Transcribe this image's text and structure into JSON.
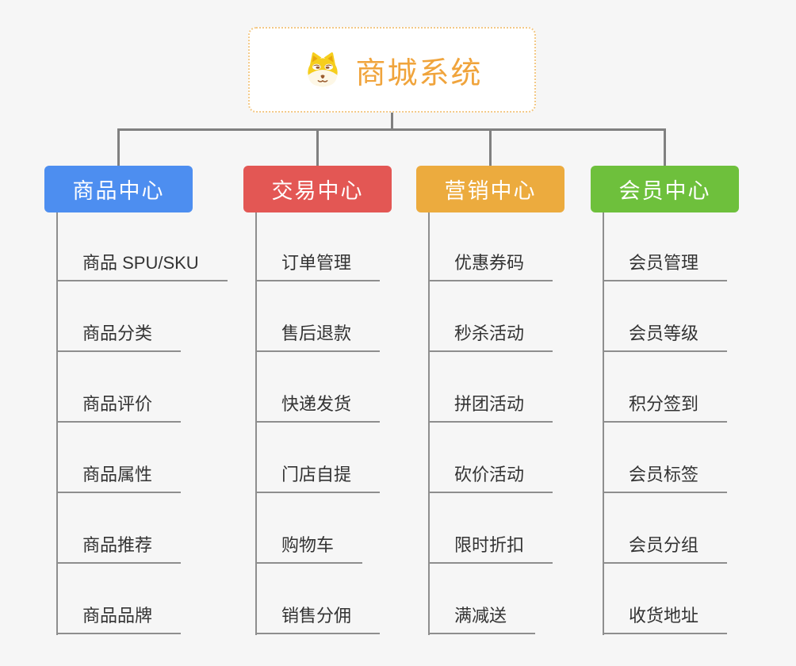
{
  "root": {
    "title": "商城系统",
    "icon": "doge-icon"
  },
  "branches": [
    {
      "label": "商品中心",
      "color": "#4d8ef0",
      "children": [
        "商品 SPU/SKU",
        "商品分类",
        "商品评价",
        "商品属性",
        "商品推荐",
        "商品品牌"
      ]
    },
    {
      "label": "交易中心",
      "color": "#e35754",
      "children": [
        "订单管理",
        "售后退款",
        "快递发货",
        "门店自提",
        "购物车",
        "销售分佣"
      ]
    },
    {
      "label": "营销中心",
      "color": "#ecab3e",
      "children": [
        "优惠券码",
        "秒杀活动",
        "拼团活动",
        "砍价活动",
        "限时折扣",
        "满减送"
      ]
    },
    {
      "label": "会员中心",
      "color": "#6ec03c",
      "children": [
        "会员管理",
        "会员等级",
        "积分签到",
        "会员标签",
        "会员分组",
        "收货地址"
      ]
    }
  ],
  "colors": {
    "background": "#f6f6f6",
    "connector": "#808080",
    "underline": "#8e8e8e",
    "root_border": "#f3c987",
    "root_text": "#f0a43c",
    "leaf_text": "#333333"
  }
}
